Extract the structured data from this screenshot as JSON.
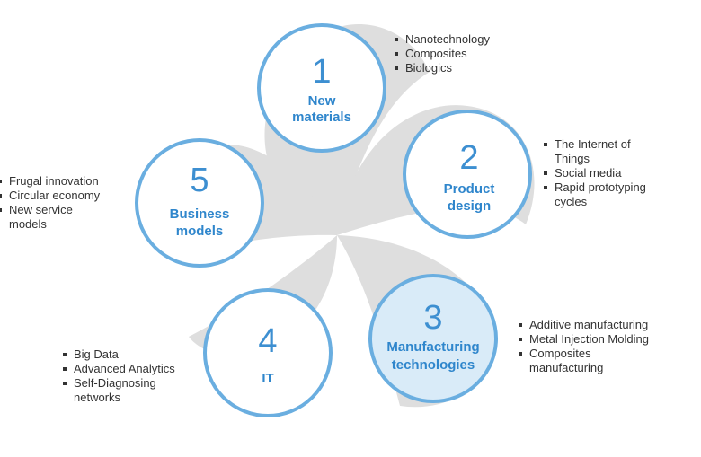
{
  "colors": {
    "accent": "#3d8fd1",
    "ring": "#6aaee0",
    "petal": "#dcdcdc",
    "highlight_fill": "#d9ebf8"
  },
  "nodes": [
    {
      "number": "1",
      "label_lines": [
        "New",
        "materials"
      ],
      "bullets": [
        "Nanotechnology",
        "Composites",
        "Biologics"
      ]
    },
    {
      "number": "2",
      "label_lines": [
        "Product",
        "design"
      ],
      "bullets": [
        "The Internet of",
        "Things",
        "Social media",
        "Rapid prototyping",
        "cycles"
      ]
    },
    {
      "number": "3",
      "label_lines": [
        "Manufacturing",
        "technologies"
      ],
      "bullets": [
        "Additive manufacturing",
        "Metal Injection Molding",
        "Composites",
        "manufacturing"
      ]
    },
    {
      "number": "4",
      "label_lines": [
        "IT"
      ],
      "bullets": [
        "Big Data",
        "Advanced Analytics",
        "Self-Diagnosing",
        "networks"
      ]
    },
    {
      "number": "5",
      "label_lines": [
        "Business",
        "models"
      ],
      "bullets": [
        "Frugal innovation",
        "Circular economy",
        "New service",
        "models"
      ]
    }
  ]
}
